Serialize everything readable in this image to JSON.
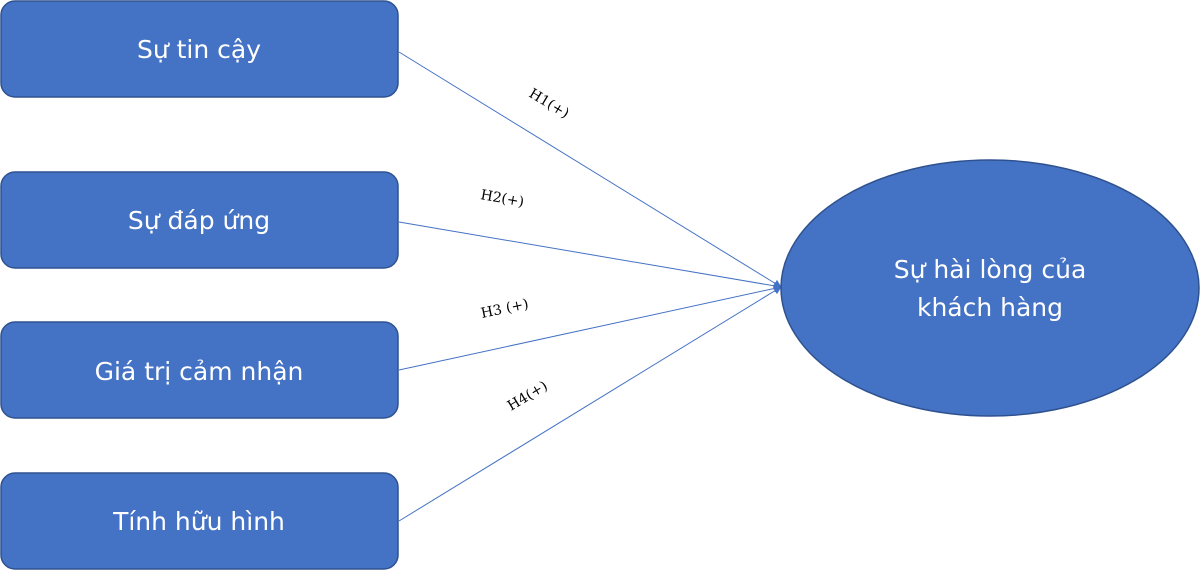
{
  "colors": {
    "node_fill": "#4472c4",
    "node_stroke": "#2f528f",
    "edge": "#4472c4",
    "node_text": "#ffffff",
    "label_text": "#000000"
  },
  "nodes": {
    "reliability": {
      "label": "Sự tin cậy"
    },
    "responsiveness": {
      "label": "Sự đáp ứng"
    },
    "perceived_value": {
      "label": "Giá trị cảm nhận"
    },
    "tangibles": {
      "label": "Tính hữu hình"
    },
    "satisfaction": {
      "label_line1": "Sự hài lòng của",
      "label_line2": "khách hàng"
    }
  },
  "edges": [
    {
      "from": "reliability",
      "to": "satisfaction",
      "label": "H1(+)"
    },
    {
      "from": "responsiveness",
      "to": "satisfaction",
      "label": "H2(+)"
    },
    {
      "from": "perceived_value",
      "to": "satisfaction",
      "label": "H3 (+)"
    },
    {
      "from": "tangibles",
      "to": "satisfaction",
      "label": "H4(+)"
    }
  ]
}
